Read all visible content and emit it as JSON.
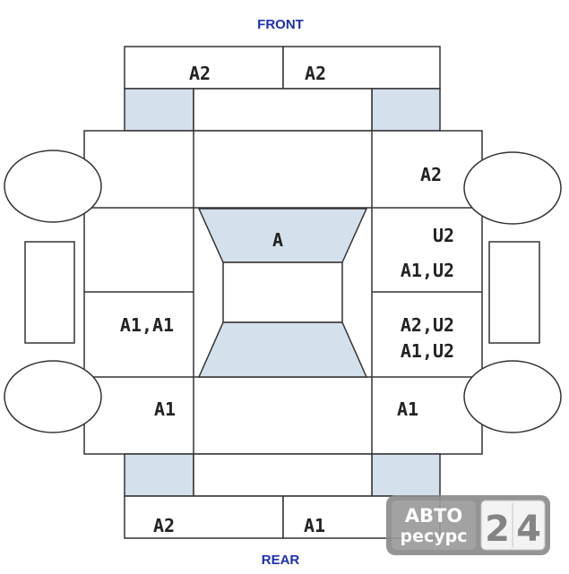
{
  "labels": {
    "front": "FRONT",
    "rear": "REAR"
  },
  "zones": {
    "front_left": "A2",
    "front_right": "A2",
    "right_upper": "A2",
    "center": "A",
    "right_mid_1": "U2",
    "right_mid_2": "A1,U2",
    "left_mid": "A1,A1",
    "right_lower_1": "A2,U2",
    "right_lower_2": "A1,U2",
    "left_rear": "A1",
    "right_rear": "A1",
    "rear_left": "A2",
    "rear_right": "A1"
  },
  "watermark": {
    "line1": "АВТО",
    "line2": "ресурс",
    "digit1": "2",
    "digit2": "4"
  },
  "colors": {
    "outline": "#333333",
    "fill_blue": "#d5e0ed",
    "direction_text": "#1e2fb0",
    "watermark_bg": "#8c8c8c"
  }
}
